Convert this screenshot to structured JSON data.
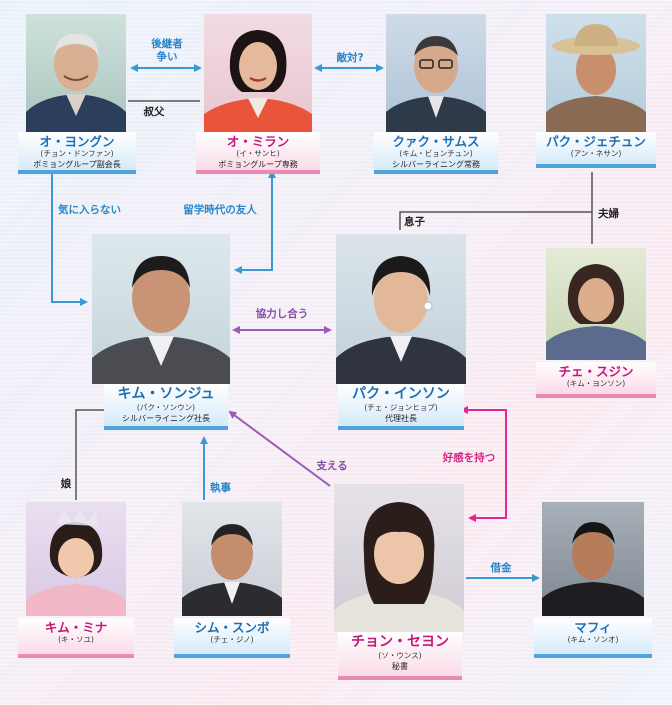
{
  "characters": {
    "oh_yeonggun": {
      "name": "オ・ヨングン",
      "actor": "(チョン・ドンファン)",
      "role": "ボミョングループ副会長"
    },
    "oh_miran": {
      "name": "オ・ミラン",
      "actor": "(イ・サンヒ)",
      "role": "ボミョングループ専務"
    },
    "kwak_samsu": {
      "name": "クァク・サムス",
      "actor": "(キム・ビョンチュン)",
      "role": "シルバーライニング常務"
    },
    "park_jechun": {
      "name": "パク・ジェチュン",
      "actor": "(アン・ネサン)"
    },
    "kim_sonju": {
      "name": "キム・ソンジュ",
      "actor": "(パク・ソンウン)",
      "role": "シルバーライニング社長"
    },
    "park_inson": {
      "name": "パク・インソン",
      "actor": "(チェ・ジョンヒョプ)",
      "role": "代理社長"
    },
    "che_sujin": {
      "name": "チェ・スジン",
      "actor": "(キム・ヨンソン)"
    },
    "kim_mina": {
      "name": "キム・ミナ",
      "actor": "(キ・ソユ)"
    },
    "sim_sunbo": {
      "name": "シム・スンボ",
      "actor": "(チェ・ジノ)"
    },
    "chon_seyon": {
      "name": "チョン・セヨン",
      "actor": "(ソ・ウンス)",
      "role": "秘書"
    },
    "mafi": {
      "name": "マフィ",
      "actor": "(キム・ソンオ)"
    }
  },
  "relations": {
    "successor_line1": "後継者",
    "successor_line2": "争い",
    "hostile": "敵対?",
    "uncle": "叔父",
    "dislike": "気に入らない",
    "study_friend": "留学時代の友人",
    "son": "息子",
    "couple": "夫婦",
    "cooperate": "協力し合う",
    "daughter": "娘",
    "butler": "執事",
    "support": "支える",
    "crush": "好感を持つ",
    "debt": "借金"
  },
  "colors": {
    "blue_arrow": "#3a98d6",
    "purple_arrow": "#9a5ab8",
    "pink_arrow": "#e0288e",
    "gray_line": "#555555"
  }
}
